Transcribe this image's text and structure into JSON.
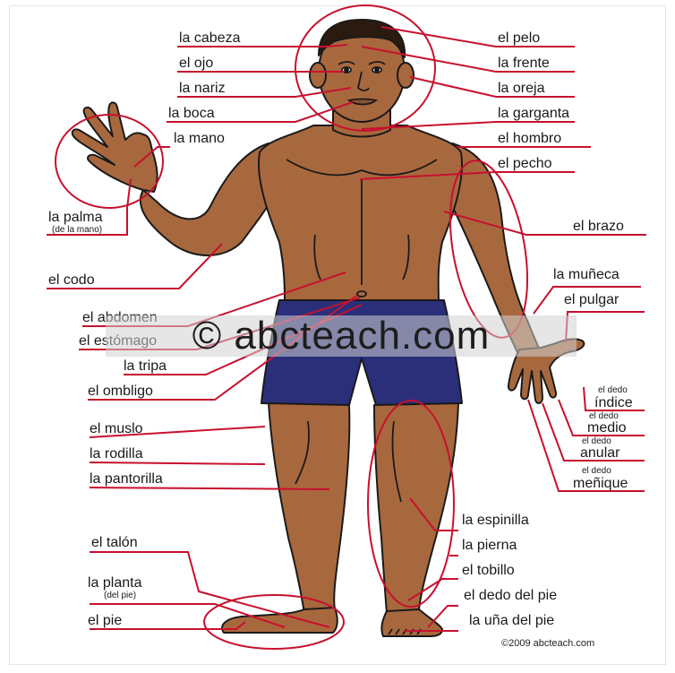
{
  "labels": {
    "cabeza": "la cabeza",
    "ojo": "el ojo",
    "nariz": "la nariz",
    "boca": "la boca",
    "mano": "la mano",
    "palma": "la palma",
    "palma_sub": "(de la mano)",
    "codo": "el codo",
    "abdomen": "el abdomen",
    "estomago": "el estómago",
    "tripa": "la tripa",
    "ombligo": "el ombligo",
    "muslo": "el muslo",
    "rodilla": "la rodilla",
    "pantorilla": "la pantorilla",
    "talon": "el talón",
    "planta": "la planta",
    "planta_sub": "(del pie)",
    "pie": "el pie",
    "pelo": "el pelo",
    "frente": "la frente",
    "oreja": "la oreja",
    "garganta": "la garganta",
    "hombro": "el hombro",
    "pecho": "el pecho",
    "brazo": "el brazo",
    "muneca": "la muñeca",
    "pulgar": "el pulgar",
    "dedo_small": "el dedo",
    "indice": "índice",
    "medio": "medio",
    "anular": "anular",
    "menique": "meñique",
    "espinilla": "la espinilla",
    "pierna": "la pierna",
    "tobillo": "el tobillo",
    "dedo_pie": "el dedo del pie",
    "una_pie": "la uña del pie"
  },
  "watermark": "© abcteach.com",
  "copyright": "©2009 abcteach.com",
  "colors": {
    "line": "#c8102e",
    "skin": "#a8683e",
    "skin_shadow": "#8a5230",
    "hair": "#2a1a10",
    "shorts": "#2b2f7a",
    "outline": "#1a1a1a"
  }
}
